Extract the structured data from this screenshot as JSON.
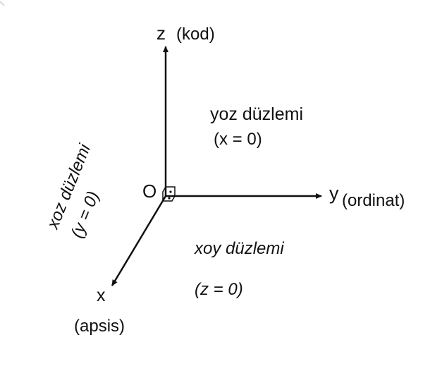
{
  "diagram": {
    "origin_label": "O",
    "axes": {
      "z": {
        "letter": "z",
        "name": "(kod)"
      },
      "y": {
        "letter": "y",
        "name": "(ordinat)"
      },
      "x": {
        "letter": "x",
        "name": "(apsis)"
      }
    },
    "planes": {
      "yoz": {
        "name": "yoz düzlemi",
        "equation": "(x = 0)"
      },
      "xoy": {
        "name": "xoy düzlemi",
        "equation": "(z = 0)"
      },
      "xoz": {
        "name": "xoz düzlemi",
        "equation": "(y = 0)"
      }
    },
    "colors": {
      "ink": "#111111",
      "background": "#ffffff"
    }
  }
}
